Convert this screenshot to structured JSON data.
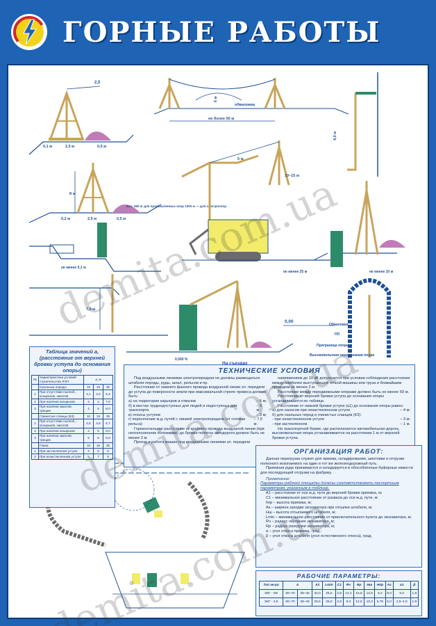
{
  "header": {
    "title": "ГОРНЫЕ РАБОТЫ",
    "logo_icon": "electric-bolt-logo-icon"
  },
  "colors": {
    "background": "#1e63b4",
    "board": "#ffffff",
    "ink": "#1e4f96",
    "wood": "#c8a45a",
    "equipment": "#f2ec6a",
    "pile": "#c07bb8",
    "equipment_green": "#2e8b6a"
  },
  "diagram_labels": {
    "d1_top": "2,0",
    "d1_left": "0,1 м",
    "d1_mid": "2,5 м",
    "d1_right": "0,5 м",
    "d2_sag": "обваловка",
    "d2_limit": "не более 50 м",
    "d2_height": "6 м",
    "d3_height": "8 м",
    "d3_left": "0,2 м",
    "d3_mid": "2,5 м",
    "d3_right": "0,5 м",
    "d3_note": "Вес: 550 кг\nдля промышленных опор\n1000 м — для электроопор",
    "d4_top": "5 м",
    "d4_height": "10–15 м",
    "d5_limit": "не менее 5,1 м",
    "d6_height": "7,0 м",
    "d7_limit": "не менее 25 м",
    "d7_right": "не менее 10 м",
    "d8_height": "4,0 м",
    "d9_level": "0,00",
    "d9_slope": "0,000 %",
    "d9_caption": "На съездах",
    "d10_labels": [
      "Обваловка",
      "ПП",
      "Приграница опоры",
      "Высоковольтная передвижная опора"
    ]
  },
  "table_a": {
    "title": "Таблица значений а, (расстояние от верхней бровки уступа до основания опоры)",
    "header": [
      "№",
      "Характеристика условий строительства ЛЭП",
      "а, м"
    ],
    "subheader": [
      "10",
      "15",
      "35"
    ],
    "rows": [
      {
        "n": "",
        "text": "Скальные породы",
        "v": [
          "10",
          "15",
          "35"
        ]
      },
      {
        "n": "1",
        "text": "При отсутствии пылеоб., козырьков, заколов",
        "v": [
          "2,1",
          "3,2",
          "5,4"
        ]
      },
      {
        "n": "2",
        "text": "При наличии козырьков",
        "v": [
          "4",
          "4",
          "7,0"
        ]
      },
      {
        "n": "3",
        "text": "При наличии заколов, трещин",
        "v": [
          "4",
          "5",
          "8,0"
        ]
      },
      {
        "n": "",
        "text": "Глинистые сланцы (КЗ)",
        "v": [
          "10",
          "15",
          "35"
        ]
      },
      {
        "n": "1",
        "text": "При отсутствии пылеоб., козырьков, заколов",
        "v": [
          "2,5",
          "4,6",
          "6,7"
        ]
      },
      {
        "n": "2",
        "text": "При наличии козырьков",
        "v": [
          "4",
          "5",
          "8,0"
        ]
      },
      {
        "n": "3",
        "text": "При наличии заколов, трещин",
        "v": [
          "5",
          "6",
          "9,0"
        ]
      },
      {
        "n": "",
        "text": "Глина",
        "v": [
          "10",
          "15",
          "35"
        ]
      },
      {
        "n": "1",
        "text": "При застекленном уступе",
        "v": [
          "4",
          "6",
          "8"
        ]
      },
      {
        "n": "2",
        "text": "При незастекленном уступе",
        "v": [
          "5",
          "7",
          "9"
        ]
      }
    ]
  },
  "tech": {
    "title": "ТЕХНИЧЕСКИЕ УСЛОВИЯ",
    "left_paras": [
      "Под воздушными линиями электропередачи не должны размещаться штабели породы, руды, шпал, рельсов и пр.",
      "Расстояние от нижнего фазного провода воздушной линии эл. передачи до уступа до поверхности земли при максимальной стреле провеса должно быть:"
    ],
    "left_rows": [
      {
        "label": "а) на территории карьеров и отвалов",
        "value": "– 6 м;"
      },
      {
        "label": "б) в местах труднодоступных для людей и недоступных для транспорта",
        "value": "– 5 м;"
      },
      {
        "label": "в) откосы уступов",
        "value": "– 3 м;"
      },
      {
        "label": "г) пересечение ж.д. путей с линией электропередачи (от головки рельса)",
        "value": "– 7,5 м."
      }
    ],
    "left_paras2": [
      "Горизонтальное расстояние от крайнего провода воздушной линии (при неотклоненном положении) до бровки полотна автодороги должно быть не менее 2 м.",
      "Проезд и работа машин под воздушными линиями эл. передачи"
    ],
    "right_paras": [
      "напряжением до 10 кВ допускается при условии соблюдения расстояния между наиболее выступающей точкой машины или груза и ближайшим проводом не менее 2 м.",
      "Расстояние между передвижными опорами должно быть не менее 50 м.",
      "Расстояние от верхней бровки уступа до основания опоры устанавливается по таблице.",
      "Расстояние от нижней бровки уступа (а1) до основания опоры равно:"
    ],
    "right_rows": [
      {
        "label": "а) для наносов при незастекленном уступе",
        "value": "– 4 м;"
      },
      {
        "label": "б) для скальных пород и глинистых сланцев (КЗ):",
        "value": ""
      },
      {
        "label": "- при незастекленном уступе",
        "value": "– 3 м;"
      },
      {
        "label": "- при застекленном",
        "value": "– 1 м."
      }
    ],
    "right_paras2": [
      "На транспортной берме, где располагается автомобильная дорога, высоковольтная опора устанавливается на расстоянии 1 м от верхней бровки уступа."
    ]
  },
  "org": {
    "title": "ОРГАНИЗАЦИЯ РАБОТ:",
    "paras": [
      "Данная перегрузка служит для приема, складирования, шихтовки и отгрузки полезного ископаемого на один и тот же железнодорожный путь.",
      "Приемная руда принимается и складируется в обособленные буферные емкости для последующей отгрузки на фабрику."
    ],
    "note_title": "Примечание:",
    "note_text": "Параметры рабочей площадки должны соответствовать паспортным параметрам, указанным в таблице.",
    "legend": [
      "А1 – расстояние от оси ж.д. пути до верхней бровки приемка, м;",
      "С1 – минимальное расстояние от развала до оси ж.д. пути, м;",
      "hпр – высота приемка, м;",
      "Аз – ширина заходки экскаватора при отсыпке штабеля, м;",
      "Hш – высота отсыпаемого штабеля, м;",
      "Lmin – минимальное расстояние от приключательного пункта до экскаватора, м;",
      "Rч – радиус черпания экскаватора, м;",
      "Rр – радиус разгрузки экскаватора, м;",
      "α – угол откоса приемка, град.;",
      "β – угол откоса штабеля (угол естественного откоса), град."
    ]
  },
  "params": {
    "title": "РАБОЧИЕ ПАРАМЕТРЫ:",
    "header": [
      "Тип эк-ра",
      "α",
      "β",
      "А1",
      "Lmin",
      "С1",
      "Rч",
      "Rр",
      "Hш",
      "Нпр",
      "Аз",
      "а1"
    ],
    "rows": [
      [
        "ЭКГ - 8И",
        "60–70",
        "38–45",
        "34,0",
        "25,0",
        "2,5",
        "12,2",
        "15,6",
        "12,5",
        "9,2",
        "8,0",
        "5,0",
        "1,8"
      ],
      [
        "ЭКГ - 4,6",
        "60–70",
        "38–45",
        "25,5",
        "25,0",
        "2,5",
        "9,3",
        "12,6",
        "10,3",
        "6,75",
        "5,0",
        "2,5–4,0",
        "1,8"
      ]
    ]
  },
  "watermark": "demita.com.ua"
}
